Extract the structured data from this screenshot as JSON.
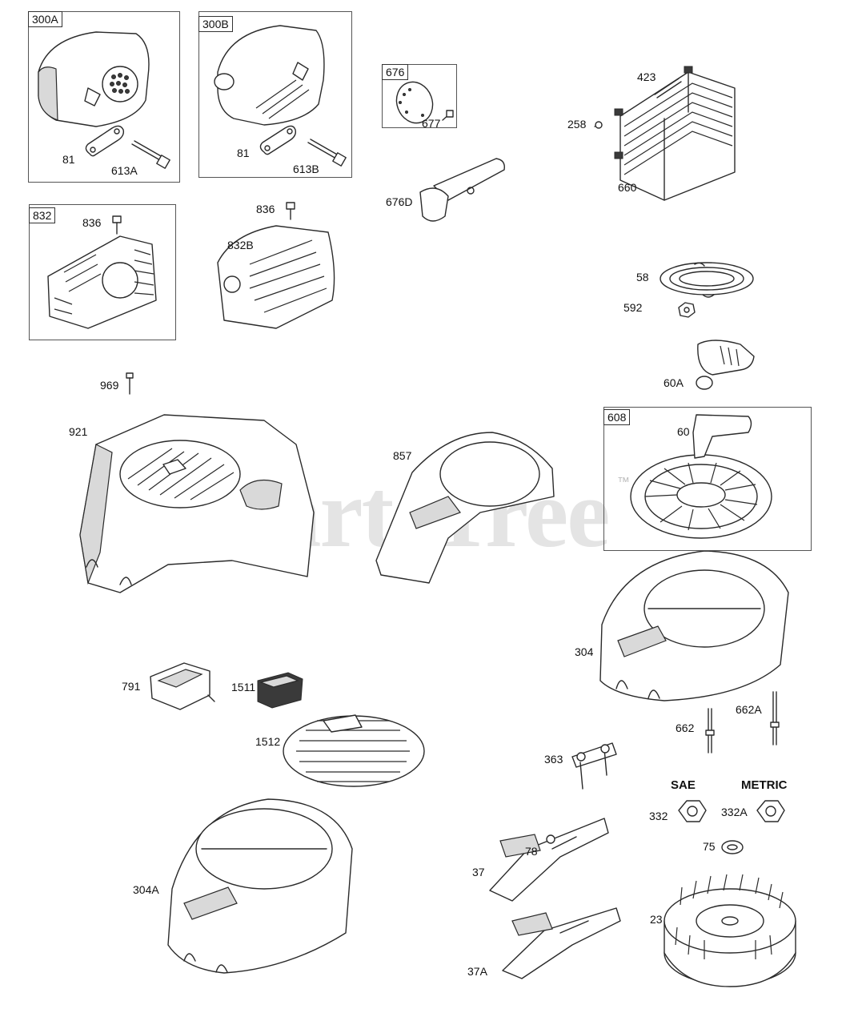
{
  "watermark": {
    "text": "PartsTree",
    "tm": "™"
  },
  "groups": {
    "g300A": "300A",
    "g300B": "300B",
    "g676": "676",
    "g832": "832",
    "g608": "608"
  },
  "labels": {
    "sae": "SAE",
    "metric": "METRIC"
  },
  "callouts": {
    "c81a": "81",
    "c613A": "613A",
    "c81b": "81",
    "c613B": "613B",
    "c677": "677",
    "c676D": "676D",
    "c423": "423",
    "c258": "258",
    "c660": "660",
    "c836a": "836",
    "c836b": "836",
    "c832B": "832B",
    "c58": "58",
    "c592": "592",
    "c60A": "60A",
    "c60": "60",
    "c969": "969",
    "c921": "921",
    "c857": "857",
    "c304": "304",
    "c791": "791",
    "c1511": "1511",
    "c1512": "1512",
    "c662": "662",
    "c662A": "662A",
    "c363": "363",
    "c332": "332",
    "c332A": "332A",
    "c75": "75",
    "c78": "78",
    "c37": "37",
    "c304A": "304A",
    "c23": "23",
    "c37A": "37A"
  }
}
